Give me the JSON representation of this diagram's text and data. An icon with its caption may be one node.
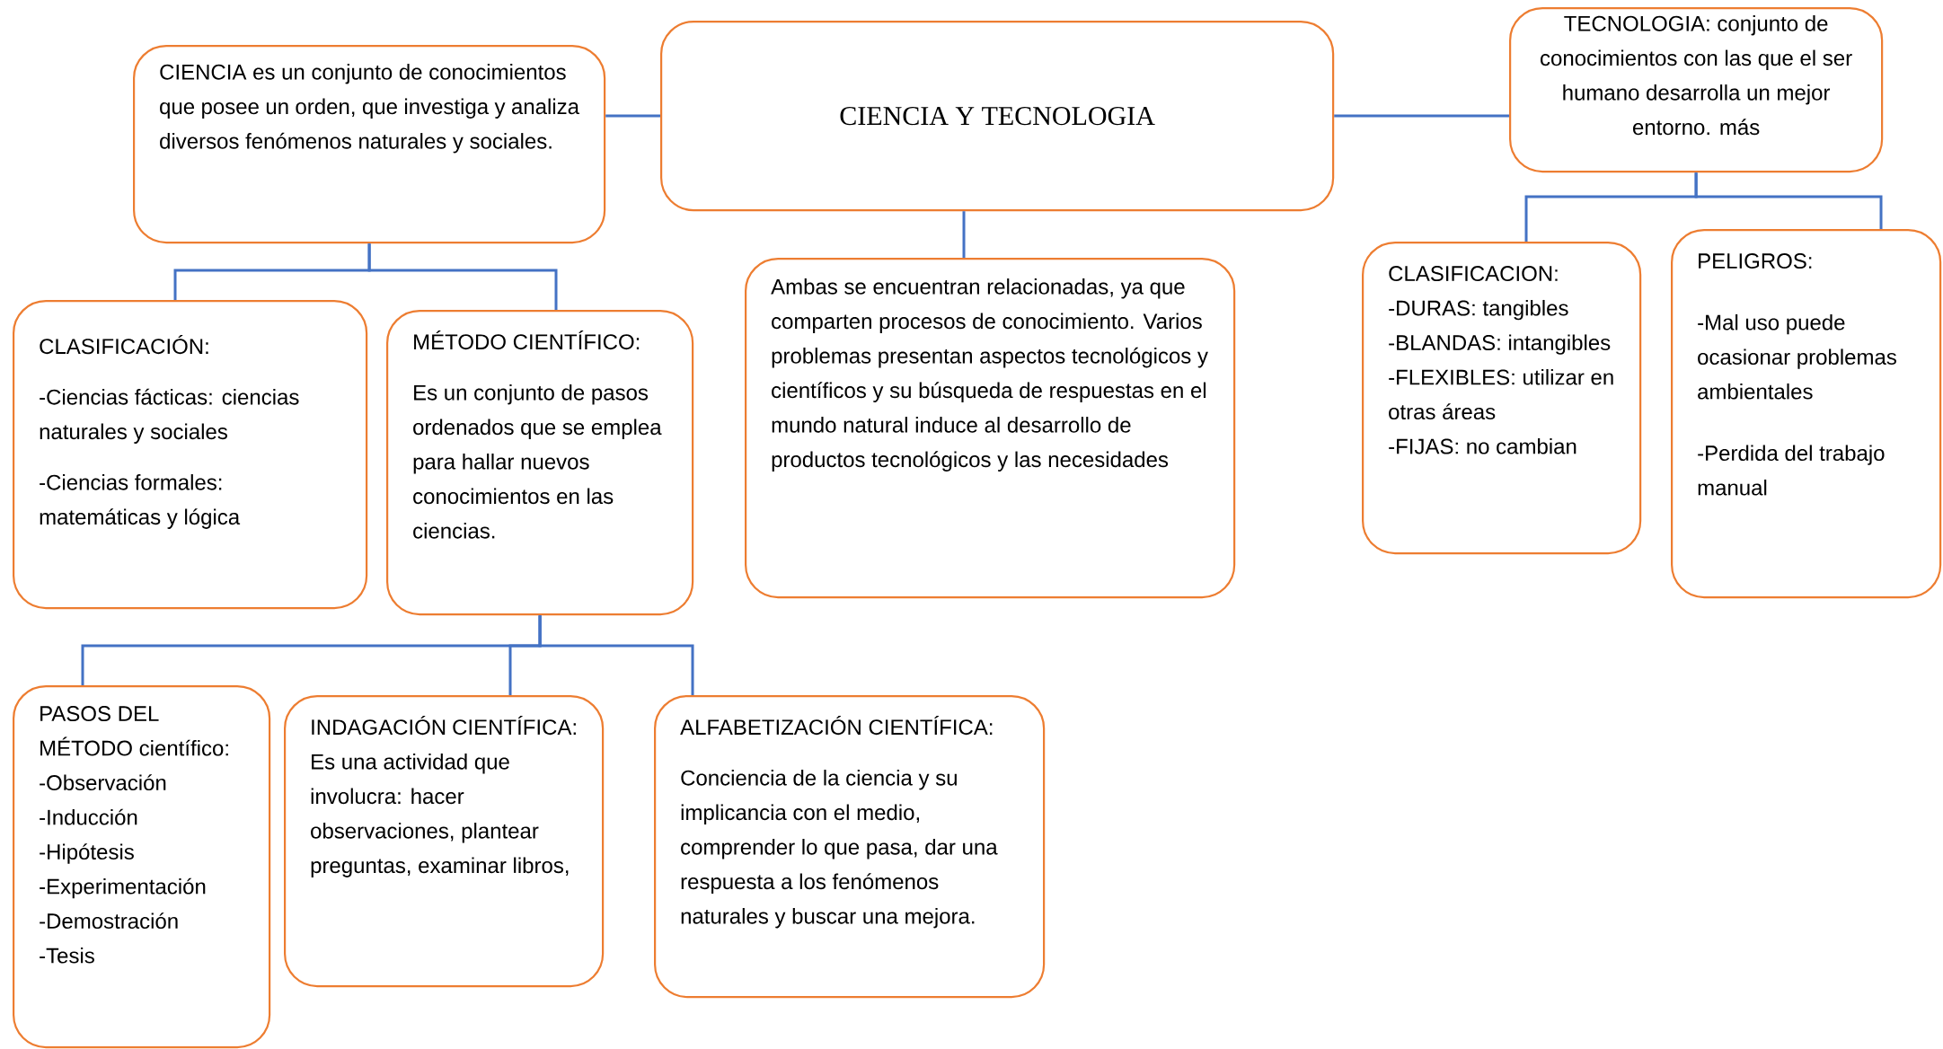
{
  "diagram": {
    "nodes": [
      {
        "text": [
          "CIENCIA Y TECNOLOGIA"
        ]
      },
      {
        "text": [
          "CIENCIA es un conjunto de conocimientos que posee un orden, que investiga y analiza diversos fenómenos naturales y sociales."
        ]
      },
      {
        "text": [
          "TECNOLOGIA: conjunto de conocimientos con las que el ser humano desarrolla un mejor entorno. más"
        ]
      },
      {
        "text": [
          "Ambas se encuentran relacionadas, ya que comparten procesos de conocimiento. Varios problemas presentan aspectos tecnológicos y científicos y su búsqueda de respuestas en el mundo natural induce al desarrollo de productos tecnológicos y las necesidades"
        ]
      },
      {
        "text": [
          "CLASIFICACIÓN:",
          "-Ciencias fácticas: ciencias naturales y sociales",
          "-Ciencias formales: matemáticas y lógica"
        ]
      },
      {
        "text": [
          "MÉTODO CIENTÍFICO:",
          "Es un conjunto de pasos ordenados que se emplea para hallar nuevos conocimientos en las ciencias."
        ]
      },
      {
        "text": [
          "CLASIFICACION:",
          "-DURAS: tangibles",
          "-BLANDAS: intangibles",
          "-FLEXIBLES: utilizar en otras áreas",
          "-FIJAS: no cambian"
        ]
      },
      {
        "text": [
          "PELIGROS:",
          "-Mal uso puede ocasionar problemas ambientales",
          "-Perdida del trabajo manual"
        ]
      },
      {
        "text": [
          "PASOS DEL MÉTODO científico:",
          "-Observación",
          "-Inducción",
          "-Hipótesis",
          "-Experimentación",
          "-Demostración",
          "-Tesis"
        ]
      },
      {
        "text": [
          "INDAGACIÓN CIENTÍFICA:",
          "Es una actividad que involucra: hacer observaciones, plantear preguntas, examinar libros,"
        ]
      },
      {
        "text": [
          "ALFABETIZACIÓN CIENTÍFICA:",
          "Conciencia de la ciencia y su implicancia con el medio, comprender lo que pasa, dar una respuesta a los fenómenos naturales y buscar una mejora."
        ]
      }
    ],
    "edges": [
      {
        "from": 0,
        "to": 1,
        "arrow": "none"
      },
      {
        "from": 0,
        "to": 2,
        "arrow": "none"
      },
      {
        "from": 0,
        "to": 3,
        "arrow": "none"
      },
      {
        "from": 1,
        "to": 4,
        "arrow": "none"
      },
      {
        "from": 1,
        "to": 5,
        "arrow": "none"
      },
      {
        "from": 2,
        "to": 6,
        "arrow": "none"
      },
      {
        "from": 2,
        "to": 7,
        "arrow": "none"
      },
      {
        "from": 5,
        "to": 8,
        "arrow": "none"
      },
      {
        "from": 5,
        "to": 9,
        "arrow": "none"
      },
      {
        "from": 5,
        "to": 10,
        "arrow": "none"
      }
    ]
  }
}
